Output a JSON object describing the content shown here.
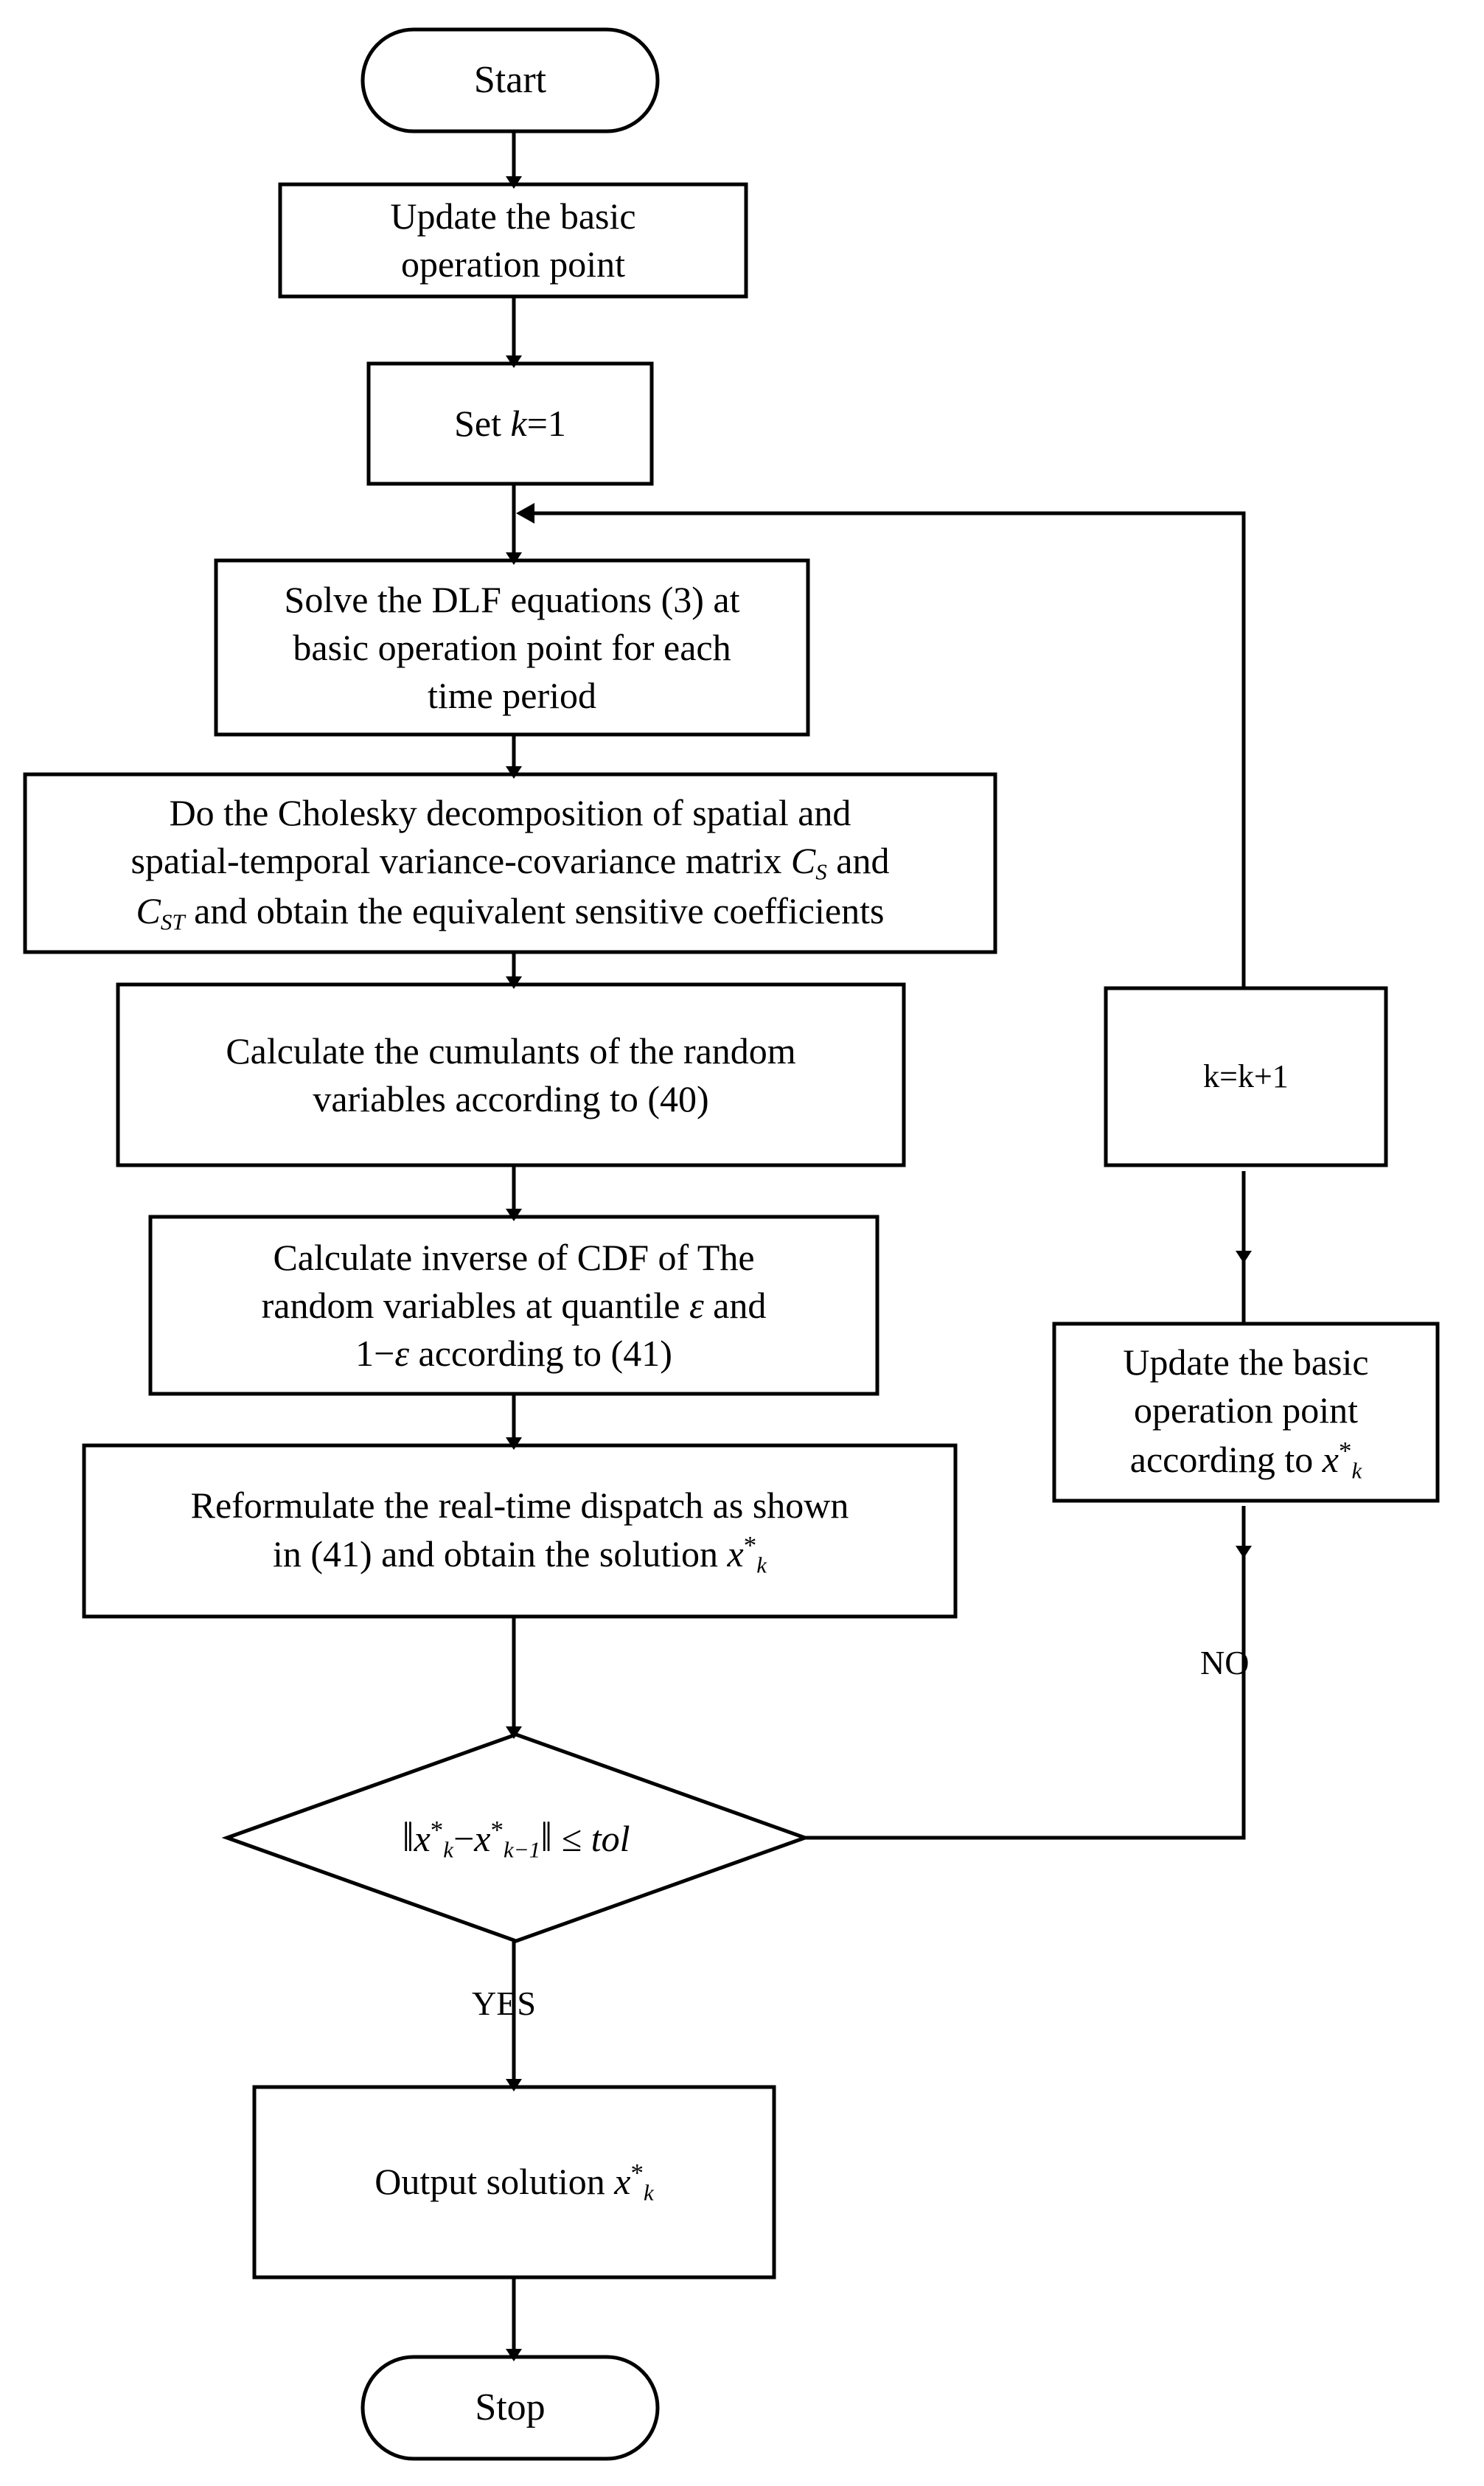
{
  "diagram": {
    "type": "flowchart",
    "title": "Real-time dispatch iterative algorithm flowchart",
    "orientation": "top-to-bottom",
    "stroke_color": "#000000",
    "fill_color": "#FFFFFF",
    "background_color": "#FFFFFF"
  },
  "nodes": {
    "start": {
      "id": "start",
      "shape": "terminator",
      "label": "Start"
    },
    "update_basic": {
      "id": "update_basic",
      "shape": "process",
      "line1": "Update the basic",
      "line2": "operation point"
    },
    "set_k": {
      "id": "set_k",
      "shape": "process",
      "prefix": "Set ",
      "var": "k",
      "suffix": "=1"
    },
    "solve_dlf": {
      "id": "solve_dlf",
      "shape": "process",
      "line1": "Solve the DLF equations (3) at",
      "line2": "basic operation point for each",
      "line3": "time period"
    },
    "cholesky": {
      "id": "cholesky",
      "shape": "process",
      "line1": "Do the Cholesky decomposition of spatial and",
      "line2_a": "spatial-temporal variance-covariance matrix ",
      "line2_sym": "C",
      "line2_sub": "S",
      "line2_b": " and",
      "line3_sym": "C",
      "line3_sub": "ST",
      "line3_b": " and obtain the equivalent sensitive coefficients"
    },
    "cumulants": {
      "id": "cumulants",
      "shape": "process",
      "line1": "Calculate the cumulants of the random",
      "line2": "variables according to (40)"
    },
    "cdf": {
      "id": "cdf",
      "shape": "process",
      "line1": "Calculate inverse of CDF of The",
      "line2_a": "random variables at quantile ",
      "line2_sym": "ε",
      "line2_b": " and",
      "line3_a": "1−",
      "line3_sym": "ε",
      "line3_b": " according to (41)"
    },
    "reformulate": {
      "id": "reformulate",
      "shape": "process",
      "line1": "Reformulate the real-time dispatch as shown",
      "line2_a": "in (41) and obtain the solution  ",
      "line2_var": "x",
      "line2_sup": "*",
      "line2_sub": "k"
    },
    "decision": {
      "id": "decision",
      "shape": "decision",
      "norm_open": "‖",
      "v1": "x",
      "v1_sup": "*",
      "v1_sub": "k",
      "minus": "−",
      "v2": "x",
      "v2_sup": "*",
      "v2_sub": "k−1",
      "norm_close": "‖",
      "op": "≤",
      "rhs": "tol"
    },
    "output": {
      "id": "output",
      "shape": "process",
      "text": "Output solution  ",
      "var": "x",
      "sup": "*",
      "sub": "k"
    },
    "stop": {
      "id": "stop",
      "shape": "terminator",
      "label": "Stop"
    },
    "increment_k": {
      "id": "increment_k",
      "shape": "process",
      "label": "k=k+1"
    },
    "update_basic_right": {
      "id": "update_basic_right",
      "shape": "process",
      "line1": "Update the basic",
      "line2": "operation point",
      "line3_a": "according to ",
      "line3_var": "x",
      "line3_sup": "*",
      "line3_sub": "k"
    }
  },
  "edge_labels": {
    "no": "NO",
    "yes": "YES"
  },
  "edges": [
    {
      "from": "start",
      "to": "update_basic",
      "label": ""
    },
    {
      "from": "update_basic",
      "to": "set_k",
      "label": ""
    },
    {
      "from": "set_k",
      "to": "solve_dlf",
      "label": ""
    },
    {
      "from": "solve_dlf",
      "to": "cholesky",
      "label": ""
    },
    {
      "from": "cholesky",
      "to": "cumulants",
      "label": ""
    },
    {
      "from": "cumulants",
      "to": "cdf",
      "label": ""
    },
    {
      "from": "cdf",
      "to": "reformulate",
      "label": ""
    },
    {
      "from": "reformulate",
      "to": "decision",
      "label": ""
    },
    {
      "from": "decision",
      "to": "output",
      "label": "YES"
    },
    {
      "from": "decision",
      "to": "update_basic_right",
      "label": "NO"
    },
    {
      "from": "update_basic_right",
      "to": "increment_k",
      "label": ""
    },
    {
      "from": "increment_k",
      "to": "solve_dlf",
      "label": ""
    },
    {
      "from": "output",
      "to": "stop",
      "label": ""
    }
  ]
}
